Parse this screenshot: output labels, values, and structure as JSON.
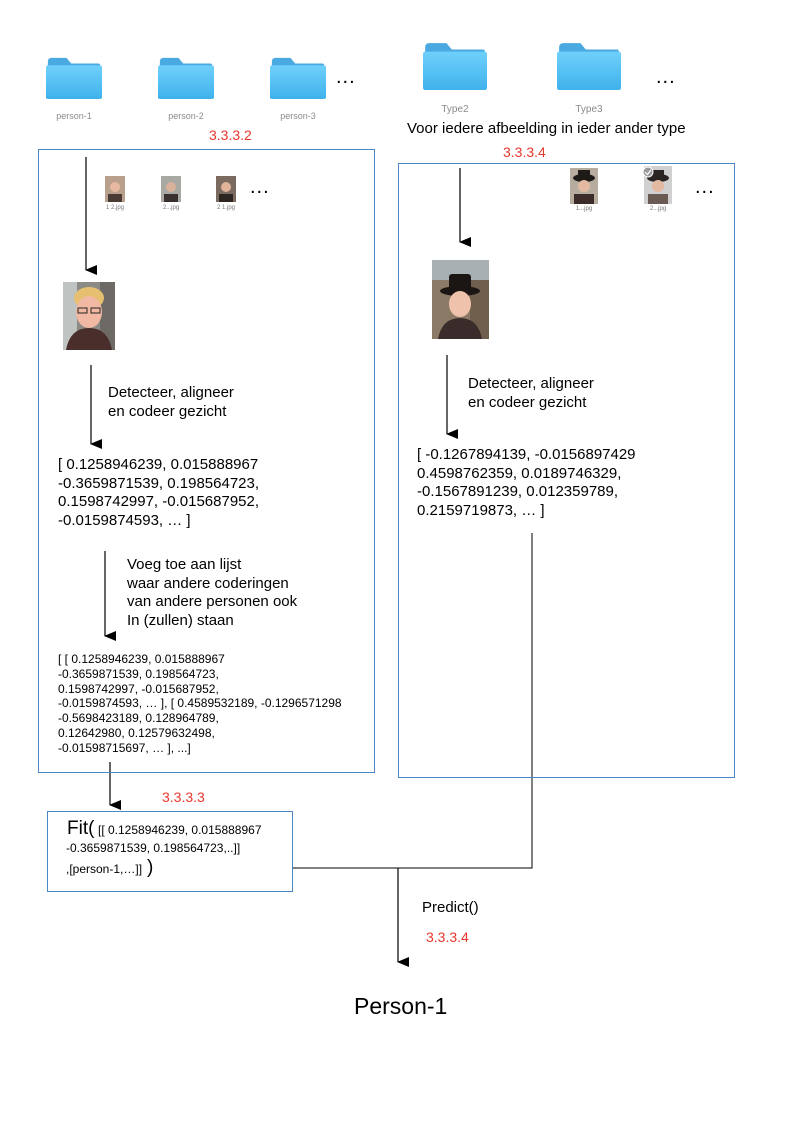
{
  "folders": {
    "person1": "person-1",
    "person2": "person-2",
    "person3": "person-3",
    "type2": "Type2",
    "type3": "Type3",
    "more_left": "...",
    "more_right": "..."
  },
  "colors": {
    "folder": "#4fc3f7",
    "box_border": "#4a86c8",
    "section_red": "#e8372c"
  },
  "headers": {
    "types_caption": "Voor iedere afbeelding in ieder ander type"
  },
  "sections": {
    "left_top": "3.3.3.2",
    "right_top": "3.3.3.4",
    "fit": "3.3.3.3",
    "predict": "3.3.3.4"
  },
  "left_panel": {
    "thumbs": [
      "1 2.jpg",
      "2...jpg",
      "2 1.jpg"
    ],
    "more": "...",
    "step1": "Detecteer, aligneer\nen codeer gezicht",
    "vector": "[ 0.1258946239, 0.015888967\n-0.3659871539, 0.198564723,\n0.1598742997, -0.015687952,\n-0.0159874593, … ]",
    "step2": "Voeg toe aan lijst\nwaar andere coderingen\nvan andere personen ook\nIn (zullen) staan",
    "list": "[ [ 0.1258946239, 0.015888967\n-0.3659871539, 0.198564723,\n0.1598742997, -0.015687952,\n-0.0159874593, … ], [ 0.4589532189, -0.1296571298\n-0.5698423189, 0.128964789,\n0.12642980, 0.12579632498,\n-0.01598715697, … ], ...]"
  },
  "right_panel": {
    "thumbs": [
      "1...jpg",
      "2...jpg"
    ],
    "more": "...",
    "step1": "Detecteer, aligneer\nen codeer gezicht",
    "vector": "[ -0.1267894139, -0.0156897429\n0.4598762359, 0.0189746329,\n-0.1567891239, 0.012359789,\n0.2159719873, … ]"
  },
  "fit_box": {
    "prefix": "Fit(",
    "args_line1": "[[ 0.1258946239, 0.015888967",
    "args_line2": "-0.3659871539, 0.198564723,..]]",
    "args_line3": ",[person-1,…]]",
    "suffix": ")"
  },
  "predict_label": "Predict()",
  "result": "Person-1"
}
